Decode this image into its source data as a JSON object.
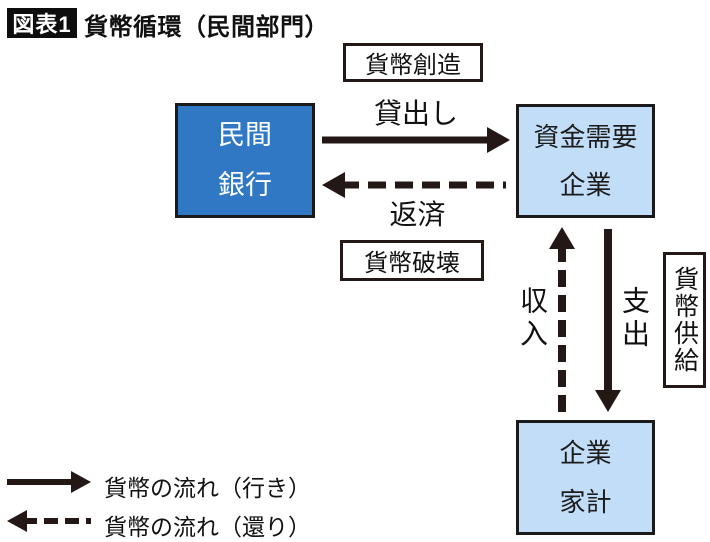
{
  "header": {
    "badge": "図表1",
    "title": "貨幣循環（民間部門）"
  },
  "nodes": {
    "bank": {
      "line1": "民間",
      "line2": "銀行"
    },
    "firms": {
      "line1": "資金需要",
      "line2": "企業"
    },
    "households": {
      "line1": "企業",
      "line2": "家計"
    }
  },
  "flow_labels": {
    "money_creation": "貨幣創造",
    "lending": "貸出し",
    "repayment": "返済",
    "money_destruction": "貨幣破壊",
    "income": "収入",
    "expenditure": "支出",
    "money_supply": "貨幣供給"
  },
  "legend": {
    "outbound": "貨幣の流れ（行き）",
    "return": "貨幣の流れ（還り）"
  },
  "colors": {
    "bank_fill": "#3178c4",
    "node_fill": "#c2ddf7",
    "ink": "#231815"
  }
}
